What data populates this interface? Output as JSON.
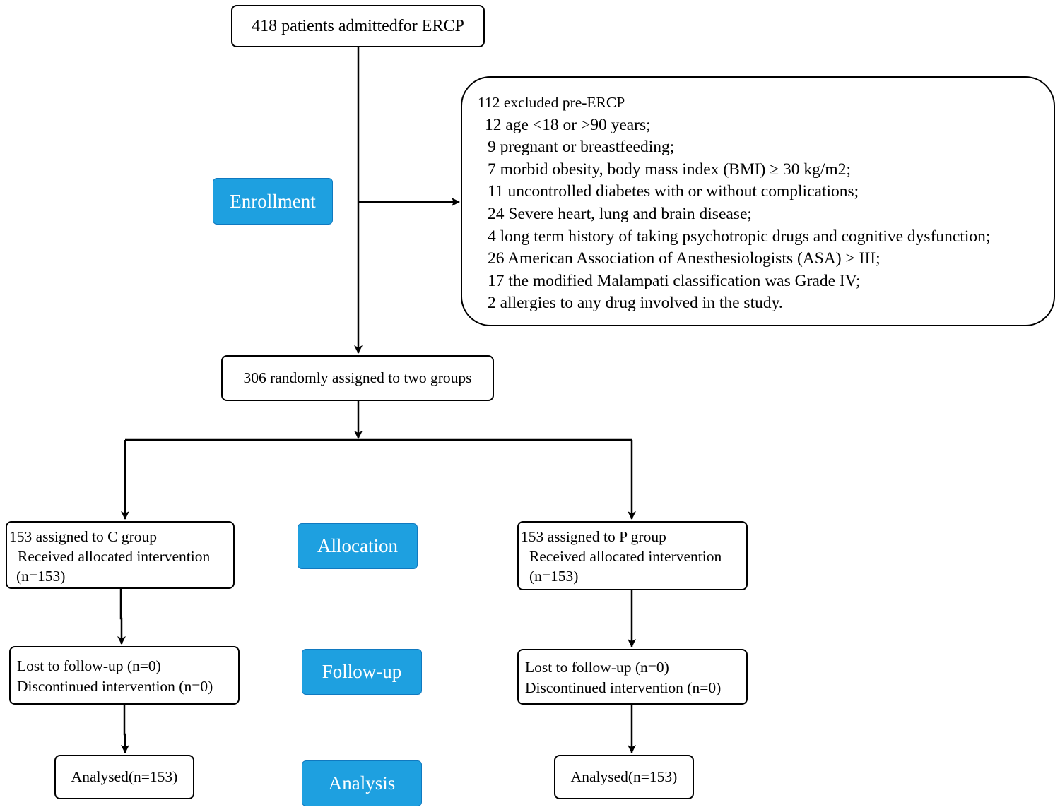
{
  "stages": {
    "enrollment": "Enrollment",
    "allocation": "Allocation",
    "follow_up": "Follow-up",
    "analysis": "Analysis"
  },
  "boxes": {
    "admitted": "418 patients admittedfor ERCP",
    "excluded": {
      "title": "112 excluded pre-ERCP",
      "items": [
        "12 age <18 or >90 years;",
        "9 pregnant or breastfeeding;",
        "7 morbid obesity, body mass index (BMI) ≥ 30 kg/m2;",
        "11 uncontrolled diabetes with or without complications;",
        "24 Severe heart, lung and brain disease;",
        "4 long term history of taking psychotropic drugs and cognitive dysfunction;",
        "26 American Association of Anesthesiologists (ASA) > III;",
        "17 the modified Malampati classification was Grade IV;",
        "2 allergies to any drug involved in the study."
      ]
    },
    "randomized": "306 randomly assigned to two groups",
    "c_group": {
      "line1": "153 assigned to C group",
      "line2": "Received allocated intervention",
      "line3": "(n=153)"
    },
    "p_group": {
      "line1": "153 assigned to P group",
      "line2": "Received allocated intervention",
      "line3": "(n=153)"
    },
    "c_followup": {
      "line1": "Lost to follow-up (n=0)",
      "line2": "Discontinued intervention (n=0)"
    },
    "p_followup": {
      "line1": "Lost to follow-up (n=0)",
      "line2": "Discontinued intervention (n=0)"
    },
    "c_analysis": "Analysed(n=153)",
    "p_analysis": "Analysed(n=153)"
  },
  "colors": {
    "stage_fill": "#1ea0e0",
    "stage_border": "#1079c0",
    "line": "#000000"
  }
}
